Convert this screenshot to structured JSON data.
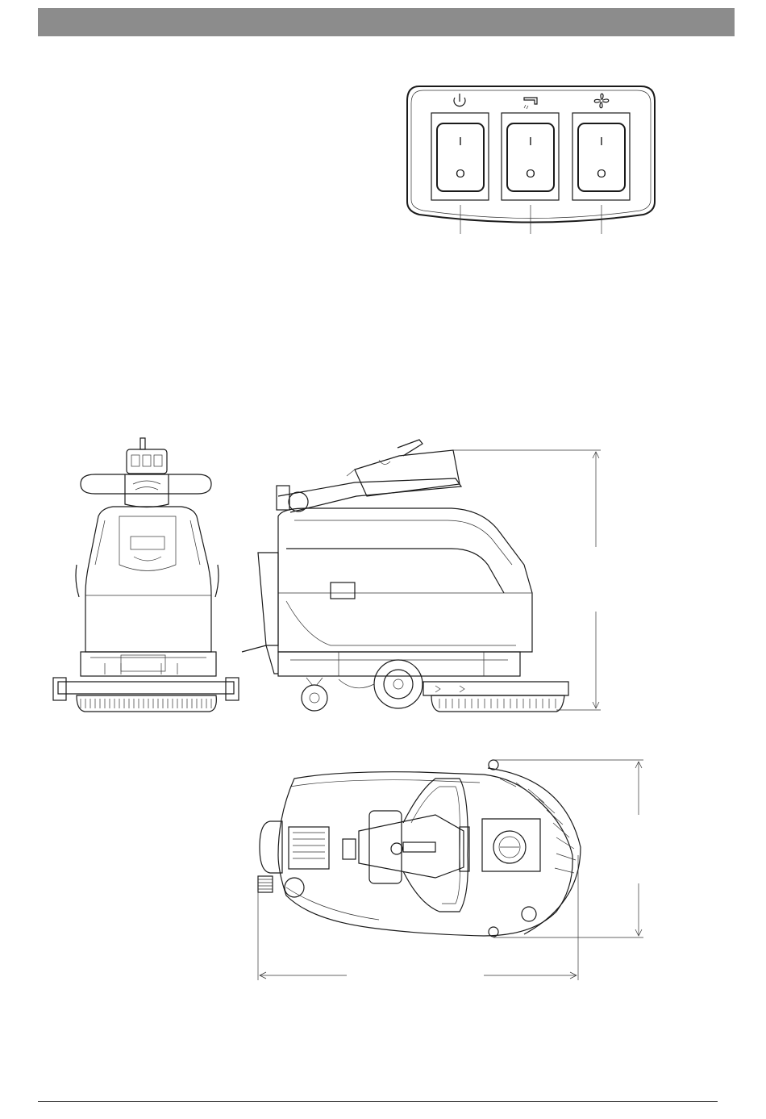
{
  "switch_panel": {
    "switches": [
      {
        "icon": "power-icon",
        "on_label": "I",
        "off_label": "O"
      },
      {
        "icon": "water-tap-icon",
        "on_label": "I",
        "off_label": "O"
      },
      {
        "icon": "fan-icon",
        "on_label": "I",
        "off_label": "O"
      }
    ]
  },
  "colors": {
    "header_bar": "#8c8c8c",
    "line": "#1a1a1a"
  }
}
